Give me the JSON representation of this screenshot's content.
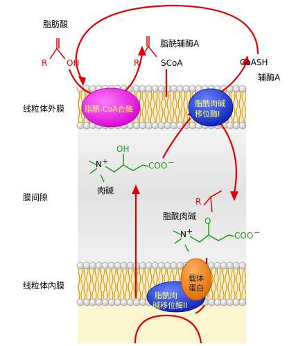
{
  "labels": {
    "fatty_acid": "脂肪酸",
    "fatty_acyl_coa": "脂酰辅酶A",
    "coash": "CoASH",
    "coenzyme_a": "辅酶A",
    "outer_membrane": "线粒体外膜",
    "intermembrane_space": "膜间隙",
    "inner_membrane": "线粒体内膜",
    "carnitine": "肉碱",
    "acyl_carnitine": "脂酰肉碱"
  },
  "molecules": {
    "fa_R": "R",
    "fa_OH": "OH",
    "acyl_R": "R",
    "acyl_SCoA": "SCoA",
    "car_N": "N",
    "car_plus": "+",
    "car_OH": "OH",
    "car_coo": "COO",
    "car_minus": "−",
    "ac_R": "R",
    "ac_O": "O",
    "ac_N": "N",
    "ac_plus": "+",
    "ac_coo": "COO",
    "ac_minus": "−"
  },
  "enzymes": {
    "acyl_coa_synthetase": "脂酰-CoA合酶",
    "cpt1_line1": "脂酰肉碱",
    "cpt1_line2": "移位酶I",
    "carrier_line1": "载体",
    "carrier_line2": "蛋白",
    "cpt2_line1": "脂酰肉",
    "cpt2_line2": "碱移位酶II"
  },
  "colors": {
    "red": "#e00000",
    "green": "#1a9a1a",
    "synthetase": "#e800e0",
    "cpt": "#1030d0",
    "carrier": "#f07a10",
    "membrane_lipid": "#c98a10",
    "matrix": "#fbf6cf"
  }
}
